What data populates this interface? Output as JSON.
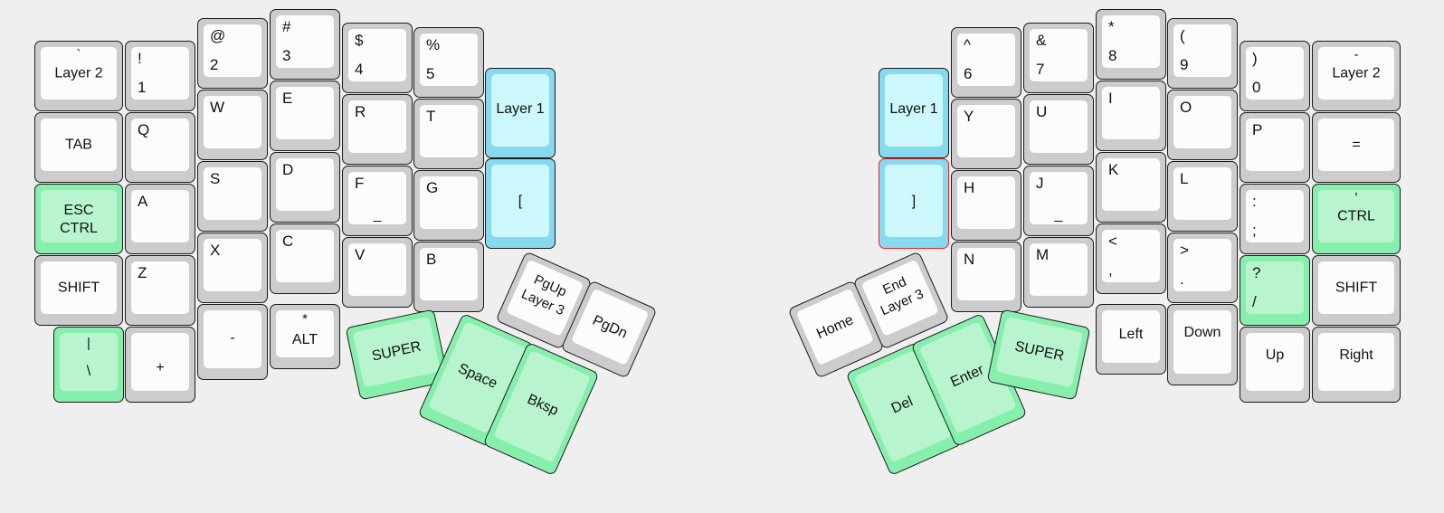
{
  "meta": {
    "title": "Split ergonomic keyboard layout",
    "background_color": "#efefef",
    "colors": {
      "key_shell": "#cccccc",
      "keycap": "#fcfcfc",
      "green_shell": "#86efac",
      "green_cap": "#b8f5cf",
      "blue_shell": "#87d9f0",
      "blue_cap": "#ccf7fb",
      "outline": "#1a1a1a",
      "selected_outline": "#ee2222"
    }
  },
  "left_half": {
    "name": "left-keyboard-half",
    "columns": [
      {
        "name": "pinky-outer-column",
        "keys": [
          {
            "id": "l-c0-r0",
            "top": "`",
            "center": "Layer 2",
            "style": "white"
          },
          {
            "id": "l-c0-r1",
            "center": "TAB",
            "style": "white"
          },
          {
            "id": "l-c0-r2",
            "center_lines": [
              "ESC",
              "CTRL"
            ],
            "style": "green"
          },
          {
            "id": "l-c0-r3",
            "center": "SHIFT",
            "style": "white"
          },
          {
            "id": "l-c0-r4",
            "top": "|",
            "center": "\\",
            "style": "green"
          }
        ]
      },
      {
        "name": "pinky-column",
        "keys": [
          {
            "id": "l-c1-r0",
            "tl": "!",
            "bl": "1",
            "style": "white"
          },
          {
            "id": "l-c1-r1",
            "tl": "Q",
            "style": "white"
          },
          {
            "id": "l-c1-r2",
            "tl": "A",
            "style": "white"
          },
          {
            "id": "l-c1-r3",
            "tl": "Z",
            "style": "white"
          },
          {
            "id": "l-c1-r4",
            "center": "+",
            "style": "white"
          }
        ]
      },
      {
        "name": "ring-column",
        "keys": [
          {
            "id": "l-c2-r0",
            "tl": "@",
            "bl": "2",
            "style": "white"
          },
          {
            "id": "l-c2-r1",
            "tl": "W",
            "style": "white"
          },
          {
            "id": "l-c2-r2",
            "tl": "S",
            "style": "white"
          },
          {
            "id": "l-c2-r3",
            "tl": "X",
            "style": "white"
          },
          {
            "id": "l-c2-r4",
            "center": "-",
            "style": "white"
          }
        ]
      },
      {
        "name": "middle-column",
        "keys": [
          {
            "id": "l-c3-r0",
            "tl": "#",
            "bl": "3",
            "style": "white"
          },
          {
            "id": "l-c3-r1",
            "tl": "E",
            "style": "white"
          },
          {
            "id": "l-c3-r2",
            "tl": "D",
            "style": "white"
          },
          {
            "id": "l-c3-r3",
            "tl": "C",
            "style": "white"
          },
          {
            "id": "l-c3-r4",
            "ct": "*",
            "center": "ALT",
            "style": "white"
          }
        ]
      },
      {
        "name": "index-column",
        "keys": [
          {
            "id": "l-c4-r0",
            "tl": "$",
            "bl": "4",
            "style": "white"
          },
          {
            "id": "l-c4-r1",
            "tl": "R",
            "style": "white"
          },
          {
            "id": "l-c4-r2",
            "tl": "F",
            "cb": "_",
            "style": "white"
          },
          {
            "id": "l-c4-r3",
            "tl": "V",
            "style": "white"
          }
        ]
      },
      {
        "name": "index-inner-column",
        "keys": [
          {
            "id": "l-c5-r0",
            "tl": "%",
            "bl": "5",
            "style": "white"
          },
          {
            "id": "l-c5-r1",
            "tl": "T",
            "style": "white"
          },
          {
            "id": "l-c5-r2",
            "tl": "G",
            "style": "white"
          },
          {
            "id": "l-c5-r3",
            "tl": "B",
            "style": "white"
          }
        ]
      },
      {
        "name": "inner-layer-column",
        "keys": [
          {
            "id": "l-c6-r0",
            "center": "Layer 1",
            "style": "blue"
          },
          {
            "id": "l-c6-r1",
            "center": "[",
            "style": "blue"
          }
        ]
      }
    ],
    "thumb_cluster": {
      "name": "left-thumb-cluster",
      "keys": [
        {
          "id": "l-t-super",
          "center": "SUPER",
          "style": "green"
        },
        {
          "id": "l-t-pgup",
          "center_lines": [
            "PgUp",
            "Layer 3"
          ],
          "style": "white"
        },
        {
          "id": "l-t-pgdn",
          "center": "PgDn",
          "style": "white"
        },
        {
          "id": "l-t-space",
          "center": "Space",
          "style": "green"
        },
        {
          "id": "l-t-bksp",
          "center": "Bksp",
          "style": "green"
        }
      ]
    }
  },
  "right_half": {
    "name": "right-keyboard-half",
    "columns": [
      {
        "name": "inner-layer-column",
        "keys": [
          {
            "id": "r-c0-r0",
            "center": "Layer 1",
            "style": "blue"
          },
          {
            "id": "r-c0-r1",
            "center": "]",
            "style": "blue",
            "selected": true
          }
        ]
      },
      {
        "name": "index-inner-column",
        "keys": [
          {
            "id": "r-c1-r0",
            "tl": "^",
            "bl": "6",
            "style": "white"
          },
          {
            "id": "r-c1-r1",
            "tl": "Y",
            "style": "white"
          },
          {
            "id": "r-c1-r2",
            "tl": "H",
            "style": "white"
          },
          {
            "id": "r-c1-r3",
            "tl": "N",
            "style": "white"
          }
        ]
      },
      {
        "name": "index-column",
        "keys": [
          {
            "id": "r-c2-r0",
            "tl": "&",
            "bl": "7",
            "style": "white"
          },
          {
            "id": "r-c2-r1",
            "tl": "U",
            "style": "white"
          },
          {
            "id": "r-c2-r2",
            "tl": "J",
            "cb": "_",
            "style": "white"
          },
          {
            "id": "r-c2-r3",
            "tl": "M",
            "style": "white"
          }
        ]
      },
      {
        "name": "middle-column",
        "keys": [
          {
            "id": "r-c3-r0",
            "tl": "*",
            "bl": "8",
            "style": "white"
          },
          {
            "id": "r-c3-r1",
            "tl": "I",
            "style": "white"
          },
          {
            "id": "r-c3-r2",
            "tl": "K",
            "style": "white"
          },
          {
            "id": "r-c3-r3",
            "tl": "<",
            "bl": ",",
            "style": "white"
          },
          {
            "id": "r-c3-r4",
            "center": "Left",
            "style": "white"
          }
        ]
      },
      {
        "name": "ring-column",
        "keys": [
          {
            "id": "r-c4-r0",
            "tl": "(",
            "bl": "9",
            "style": "white"
          },
          {
            "id": "r-c4-r1",
            "tl": "O",
            "style": "white"
          },
          {
            "id": "r-c4-r2",
            "tl": "L",
            "style": "white"
          },
          {
            "id": "r-c4-r3",
            "tl": ">",
            "bl": ".",
            "style": "white"
          },
          {
            "id": "r-c4-r4",
            "center": "Down",
            "style": "white"
          }
        ]
      },
      {
        "name": "pinky-column",
        "keys": [
          {
            "id": "r-c5-r0",
            "tl": ")",
            "bl": "0",
            "style": "white"
          },
          {
            "id": "r-c5-r1",
            "tl": "P",
            "style": "white"
          },
          {
            "id": "r-c5-r2",
            "tl": ":",
            "bl": ";",
            "style": "white"
          },
          {
            "id": "r-c5-r3",
            "tl": "?",
            "bl": "/",
            "style": "green"
          },
          {
            "id": "r-c5-r4",
            "center": "Up",
            "style": "white"
          }
        ]
      },
      {
        "name": "pinky-outer-column",
        "keys": [
          {
            "id": "r-c6-r0",
            "ct": "-",
            "center": "Layer 2",
            "style": "white"
          },
          {
            "id": "r-c6-r1",
            "center": "=",
            "style": "white"
          },
          {
            "id": "r-c6-r2",
            "ct": "'",
            "center": "CTRL",
            "style": "green"
          },
          {
            "id": "r-c6-r3",
            "center": "SHIFT",
            "style": "white"
          },
          {
            "id": "r-c6-r4",
            "center": "Right",
            "style": "white"
          }
        ]
      }
    ],
    "thumb_cluster": {
      "name": "right-thumb-cluster",
      "keys": [
        {
          "id": "r-t-home",
          "center": "Home",
          "style": "white"
        },
        {
          "id": "r-t-end",
          "center_lines": [
            "End",
            "Layer 3"
          ],
          "style": "white"
        },
        {
          "id": "r-t-del",
          "center": "Del",
          "style": "green"
        },
        {
          "id": "r-t-enter",
          "center": "Enter",
          "style": "green"
        },
        {
          "id": "r-t-super",
          "center": "SUPER",
          "style": "green"
        }
      ]
    }
  }
}
